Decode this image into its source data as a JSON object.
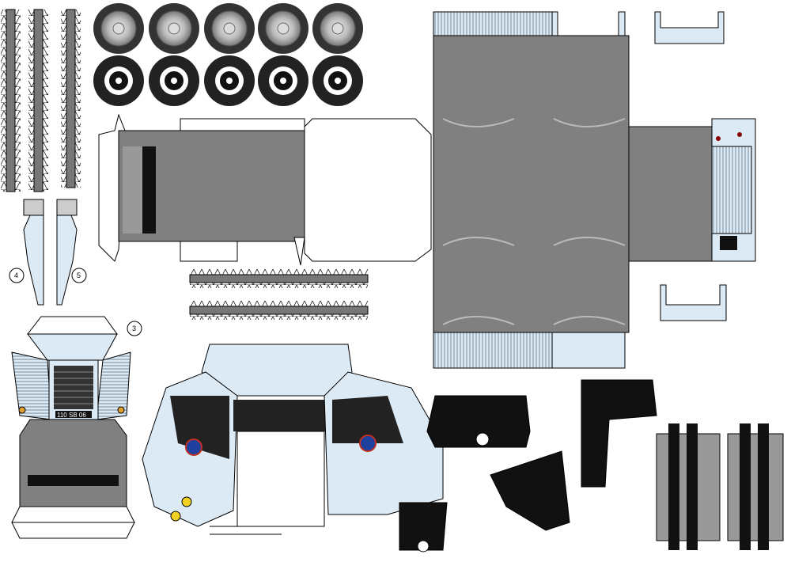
{
  "sheet": {
    "part_numbers": {
      "left_fender": "4",
      "right_fender": "5",
      "front": "3"
    },
    "license_plate": "110 SB 06",
    "colors": {
      "gray": "#808080",
      "light_blue": "#dceaf5",
      "dark": "#1a1a1a",
      "outline": "#000000",
      "orange": "#e0a030"
    }
  }
}
